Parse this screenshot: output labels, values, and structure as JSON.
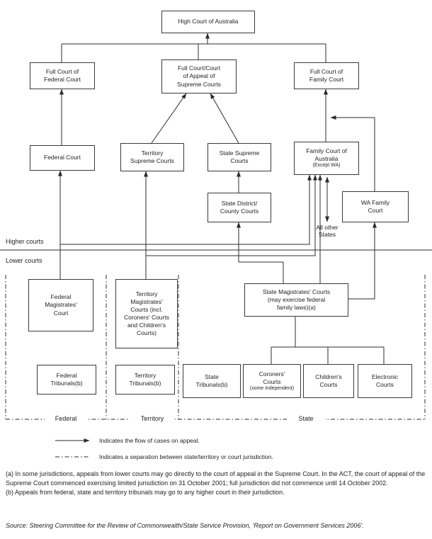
{
  "boxes": {
    "high_court": "High Court of Australia",
    "full_court_federal": "Full Court of\nFederal Court",
    "full_court_supreme": "Full Court/Court\nof Appeal of\nSupreme Courts",
    "full_court_family": "Full Court of\nFamily Court",
    "federal_court": "Federal Court",
    "territory_supreme": "Territory\nSupreme Courts",
    "state_supreme": "State Supreme\nCourts",
    "family_court_aus_main": "Family Court of\nAustralia",
    "family_court_aus_note": "(Except WA)",
    "state_district": "State District/\nCounty Courts",
    "wa_family": "WA Family\nCourt",
    "federal_magistrates": "Federal\nMagistrates'\nCourt",
    "territory_magistrates": "Territory\nMagistrates'\nCourts (incl.\nCoroners' Courts\nand Children's\nCourts)",
    "state_magistrates": "State Magistrates' Courts\n(may exercise federal\nfamily laws)(a)",
    "federal_tribunals": "Federal\nTribunals(b)",
    "territory_tribunals": "Territory\nTribunals(b)",
    "state_tribunals": "State\nTribunals(b)",
    "coroners_courts_main": "Coroners'\nCourts",
    "coroners_courts_note": "(some independent)",
    "childrens_courts": "Children's\nCourts",
    "electronic_courts": "Electronic\nCourts"
  },
  "labels": {
    "higher_courts": "Higher courts",
    "lower_courts": "Lower courts",
    "all_other_states": "All other\nStates",
    "section_federal": "Federal",
    "section_territory": "Territory",
    "section_state": "State"
  },
  "legend": {
    "arrow": "Indicates the flow of cases on appeal.",
    "dash": "Indicates a separation between state/territory or court jurisdiction."
  },
  "footnotes": {
    "a": "(a) In some jurisdictions, appeals from lower courts may go directly to the court of appeal in the Supreme Court. In the ACT, the court of appeal of the Supreme Court commenced exercising limited jurisdiction on 31 October 2001; full jurisdiction did not commence until 14 October 2002.",
    "b": "(b) Appeals from federal, state and territory tribunals may go to any higher court in their jurisdiction."
  },
  "source": "Source: Steering Committee for the Review of Commonwealth/State Service Provision, 'Report on Government Services 2006'.",
  "colors": {
    "line": "#2b2b2b",
    "border": "#3a3a3a",
    "text": "#1f1f1f"
  }
}
